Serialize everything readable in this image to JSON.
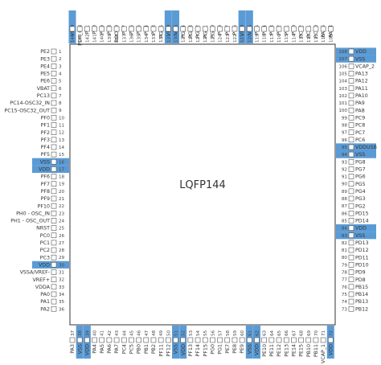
{
  "package_label": "LQFP144",
  "colors": {
    "highlight": "#5b9bd5",
    "outline": "#555555",
    "text": "#333333"
  },
  "left_pins": [
    {
      "n": "1",
      "name": "PE2"
    },
    {
      "n": "2",
      "name": "PE3"
    },
    {
      "n": "3",
      "name": "PE4"
    },
    {
      "n": "4",
      "name": "PE5"
    },
    {
      "n": "5",
      "name": "PE6"
    },
    {
      "n": "6",
      "name": "VBAT"
    },
    {
      "n": "7",
      "name": "PC13"
    },
    {
      "n": "8",
      "name": "PC14-OSC32_IN"
    },
    {
      "n": "9",
      "name": "PC15-OSC32_OUT"
    },
    {
      "n": "10",
      "name": "PF0"
    },
    {
      "n": "11",
      "name": "PF1"
    },
    {
      "n": "12",
      "name": "PF2"
    },
    {
      "n": "13",
      "name": "PF3"
    },
    {
      "n": "14",
      "name": "PF4"
    },
    {
      "n": "15",
      "name": "PF5"
    },
    {
      "n": "16",
      "name": "VSS",
      "hl": true
    },
    {
      "n": "17",
      "name": "VDD",
      "hl": true
    },
    {
      "n": "18",
      "name": "PF6"
    },
    {
      "n": "19",
      "name": "PF7"
    },
    {
      "n": "20",
      "name": "PF8"
    },
    {
      "n": "21",
      "name": "PF9"
    },
    {
      "n": "22",
      "name": "PF10"
    },
    {
      "n": "23",
      "name": "PH0 - OSC_IN"
    },
    {
      "n": "24",
      "name": "PH1 - OSC_OUT"
    },
    {
      "n": "25",
      "name": "NRST"
    },
    {
      "n": "26",
      "name": "PC0"
    },
    {
      "n": "27",
      "name": "PC1"
    },
    {
      "n": "28",
      "name": "PC2"
    },
    {
      "n": "29",
      "name": "PC3"
    },
    {
      "n": "30",
      "name": "VDD",
      "hl": true
    },
    {
      "n": "31",
      "name": "VSSA/VREF-"
    },
    {
      "n": "32",
      "name": "VREF+"
    },
    {
      "n": "33",
      "name": "VDDA"
    },
    {
      "n": "34",
      "name": "PA0"
    },
    {
      "n": "35",
      "name": "PA1"
    },
    {
      "n": "36",
      "name": "PA2"
    }
  ],
  "right_pins": [
    {
      "n": "108",
      "name": "VDD",
      "hl": true
    },
    {
      "n": "107",
      "name": "VSS",
      "hl": true
    },
    {
      "n": "106",
      "name": "VCAP_2"
    },
    {
      "n": "105",
      "name": "PA13"
    },
    {
      "n": "104",
      "name": "PA12"
    },
    {
      "n": "103",
      "name": "PA11"
    },
    {
      "n": "102",
      "name": "PA10"
    },
    {
      "n": "101",
      "name": "PA9"
    },
    {
      "n": "100",
      "name": "PA8"
    },
    {
      "n": "99",
      "name": "PC9"
    },
    {
      "n": "98",
      "name": "PC8"
    },
    {
      "n": "97",
      "name": "PC7"
    },
    {
      "n": "96",
      "name": "PC6"
    },
    {
      "n": "95",
      "name": "VDDUSB",
      "hl": true
    },
    {
      "n": "94",
      "name": "VSS",
      "hl": true
    },
    {
      "n": "93",
      "name": "PG8"
    },
    {
      "n": "92",
      "name": "PG7"
    },
    {
      "n": "91",
      "name": "PG6"
    },
    {
      "n": "90",
      "name": "PG5"
    },
    {
      "n": "89",
      "name": "PG4"
    },
    {
      "n": "88",
      "name": "PG3"
    },
    {
      "n": "87",
      "name": "PG2"
    },
    {
      "n": "86",
      "name": "PD15"
    },
    {
      "n": "85",
      "name": "PD14"
    },
    {
      "n": "84",
      "name": "VDD",
      "hl": true
    },
    {
      "n": "83",
      "name": "VSS",
      "hl": true
    },
    {
      "n": "82",
      "name": "PD13"
    },
    {
      "n": "81",
      "name": "PD12"
    },
    {
      "n": "80",
      "name": "PD11"
    },
    {
      "n": "79",
      "name": "PD10"
    },
    {
      "n": "78",
      "name": "PD9"
    },
    {
      "n": "77",
      "name": "PD8"
    },
    {
      "n": "76",
      "name": "PB15"
    },
    {
      "n": "75",
      "name": "PB14"
    },
    {
      "n": "74",
      "name": "PB13"
    },
    {
      "n": "73",
      "name": "PB12"
    }
  ],
  "top_pins": [
    {
      "n": "144",
      "name": "VDD",
      "hl": true
    },
    {
      "n": "143",
      "name": "PDR_ON"
    },
    {
      "n": "142",
      "name": "PE1"
    },
    {
      "n": "141",
      "name": "PE0"
    },
    {
      "n": "140",
      "name": "PB9"
    },
    {
      "n": "139",
      "name": "PB8"
    },
    {
      "n": "138",
      "name": "BOOT0"
    },
    {
      "n": "137",
      "name": "PB7"
    },
    {
      "n": "136",
      "name": "PB6"
    },
    {
      "n": "135",
      "name": "PB5"
    },
    {
      "n": "134",
      "name": "PB4"
    },
    {
      "n": "133",
      "name": "PB3"
    },
    {
      "n": "132",
      "name": "PG15"
    },
    {
      "n": "131",
      "name": "VDD",
      "hl": true
    },
    {
      "n": "130",
      "name": "VSS",
      "hl": true
    },
    {
      "n": "129",
      "name": "PG14"
    },
    {
      "n": "128",
      "name": "PG13"
    },
    {
      "n": "127",
      "name": "PG12"
    },
    {
      "n": "126",
      "name": "PG11"
    },
    {
      "n": "125",
      "name": "PG10"
    },
    {
      "n": "124",
      "name": "PG9"
    },
    {
      "n": "123",
      "name": "PD7"
    },
    {
      "n": "122",
      "name": "PD6"
    },
    {
      "n": "121",
      "name": "VDD",
      "hl": true
    },
    {
      "n": "120",
      "name": "VSS",
      "hl": true
    },
    {
      "n": "119",
      "name": "PD5"
    },
    {
      "n": "118",
      "name": "PD4"
    },
    {
      "n": "117",
      "name": "PD3"
    },
    {
      "n": "116",
      "name": "PD2"
    },
    {
      "n": "115",
      "name": "PD1"
    },
    {
      "n": "114",
      "name": "PD0"
    },
    {
      "n": "113",
      "name": "PC12"
    },
    {
      "n": "112",
      "name": "PC11"
    },
    {
      "n": "111",
      "name": "PC10"
    },
    {
      "n": "110",
      "name": "PA15"
    },
    {
      "n": "109",
      "name": "PA14"
    }
  ],
  "bottom_pins": [
    {
      "n": "37",
      "name": "PA3"
    },
    {
      "n": "38",
      "name": "VSS",
      "hl": true
    },
    {
      "n": "39",
      "name": "VDD",
      "hl": true
    },
    {
      "n": "40",
      "name": "PA4"
    },
    {
      "n": "41",
      "name": "PA5"
    },
    {
      "n": "42",
      "name": "PA6"
    },
    {
      "n": "43",
      "name": "PA7"
    },
    {
      "n": "44",
      "name": "PC4"
    },
    {
      "n": "45",
      "name": "PC5"
    },
    {
      "n": "46",
      "name": "PB0"
    },
    {
      "n": "47",
      "name": "PB1"
    },
    {
      "n": "48",
      "name": "PB2"
    },
    {
      "n": "49",
      "name": "PF11"
    },
    {
      "n": "50",
      "name": "PF12"
    },
    {
      "n": "51",
      "name": "VSS",
      "hl": true
    },
    {
      "n": "52",
      "name": "VDD",
      "hl": true
    },
    {
      "n": "53",
      "name": "PF13"
    },
    {
      "n": "54",
      "name": "PF14"
    },
    {
      "n": "55",
      "name": "PF15"
    },
    {
      "n": "56",
      "name": "PG0"
    },
    {
      "n": "57",
      "name": "PG1"
    },
    {
      "n": "58",
      "name": "PE7"
    },
    {
      "n": "59",
      "name": "PE8"
    },
    {
      "n": "60",
      "name": "PE9"
    },
    {
      "n": "61",
      "name": "VSS",
      "hl": true
    },
    {
      "n": "62",
      "name": "VDD",
      "hl": true
    },
    {
      "n": "63",
      "name": "PE10"
    },
    {
      "n": "64",
      "name": "PE11"
    },
    {
      "n": "65",
      "name": "PE12"
    },
    {
      "n": "66",
      "name": "PE13"
    },
    {
      "n": "67",
      "name": "PE14"
    },
    {
      "n": "68",
      "name": "PE15"
    },
    {
      "n": "69",
      "name": "PB10"
    },
    {
      "n": "70",
      "name": "PB11"
    },
    {
      "n": "71",
      "name": "VCAP_1"
    },
    {
      "n": "72",
      "name": "VDD",
      "hl": true
    }
  ]
}
